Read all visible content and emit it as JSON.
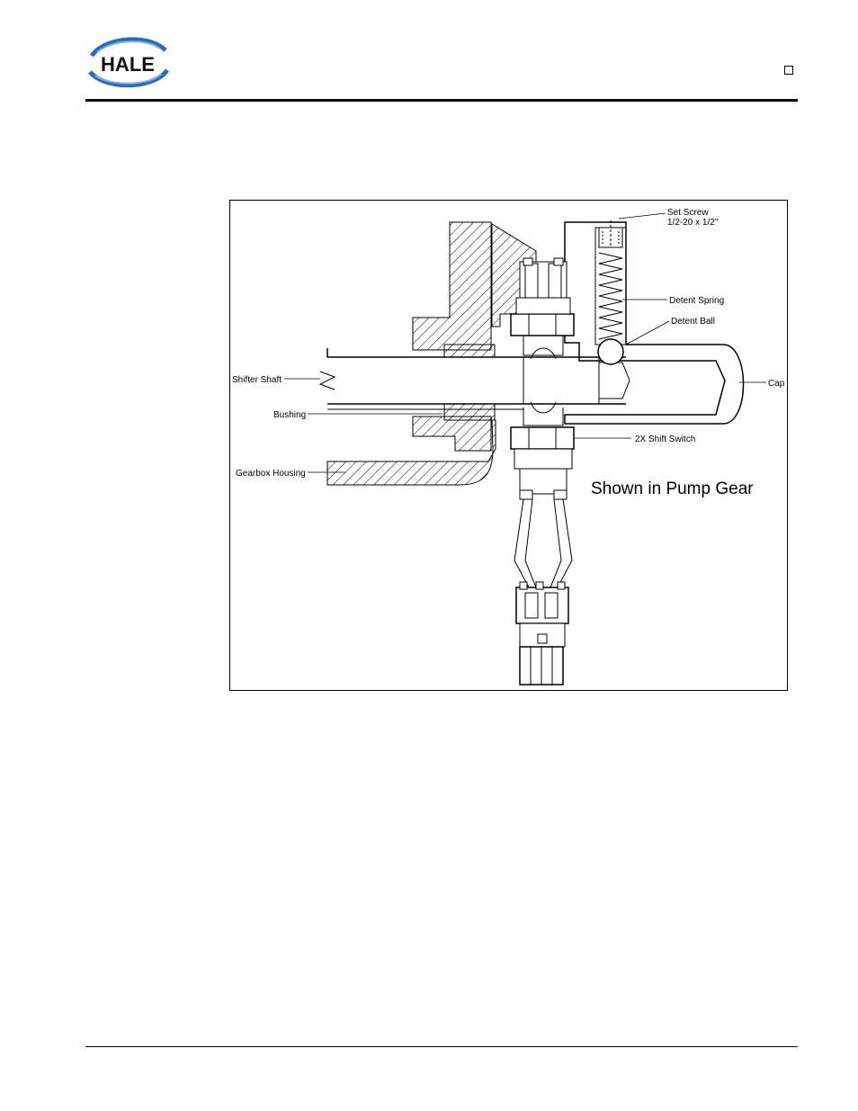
{
  "header": {
    "logo_text": "HALE",
    "brand_colors": {
      "swoosh": "#2a6db5",
      "text": "#111111"
    }
  },
  "figure": {
    "caption": "Shown in Pump Gear",
    "labels": {
      "set_screw_line1": "Set Screw",
      "set_screw_line2": "1/2-20 x 1/2\"",
      "detent_spring": "Detent Spring",
      "detent_ball": "Detent Ball",
      "cap": "Cap",
      "shifter_shaft": "Shifter Shaft",
      "bushing": "Bushing",
      "shift_switch": "2X Shift Switch",
      "gearbox_housing": "Gearbox Housing"
    }
  }
}
